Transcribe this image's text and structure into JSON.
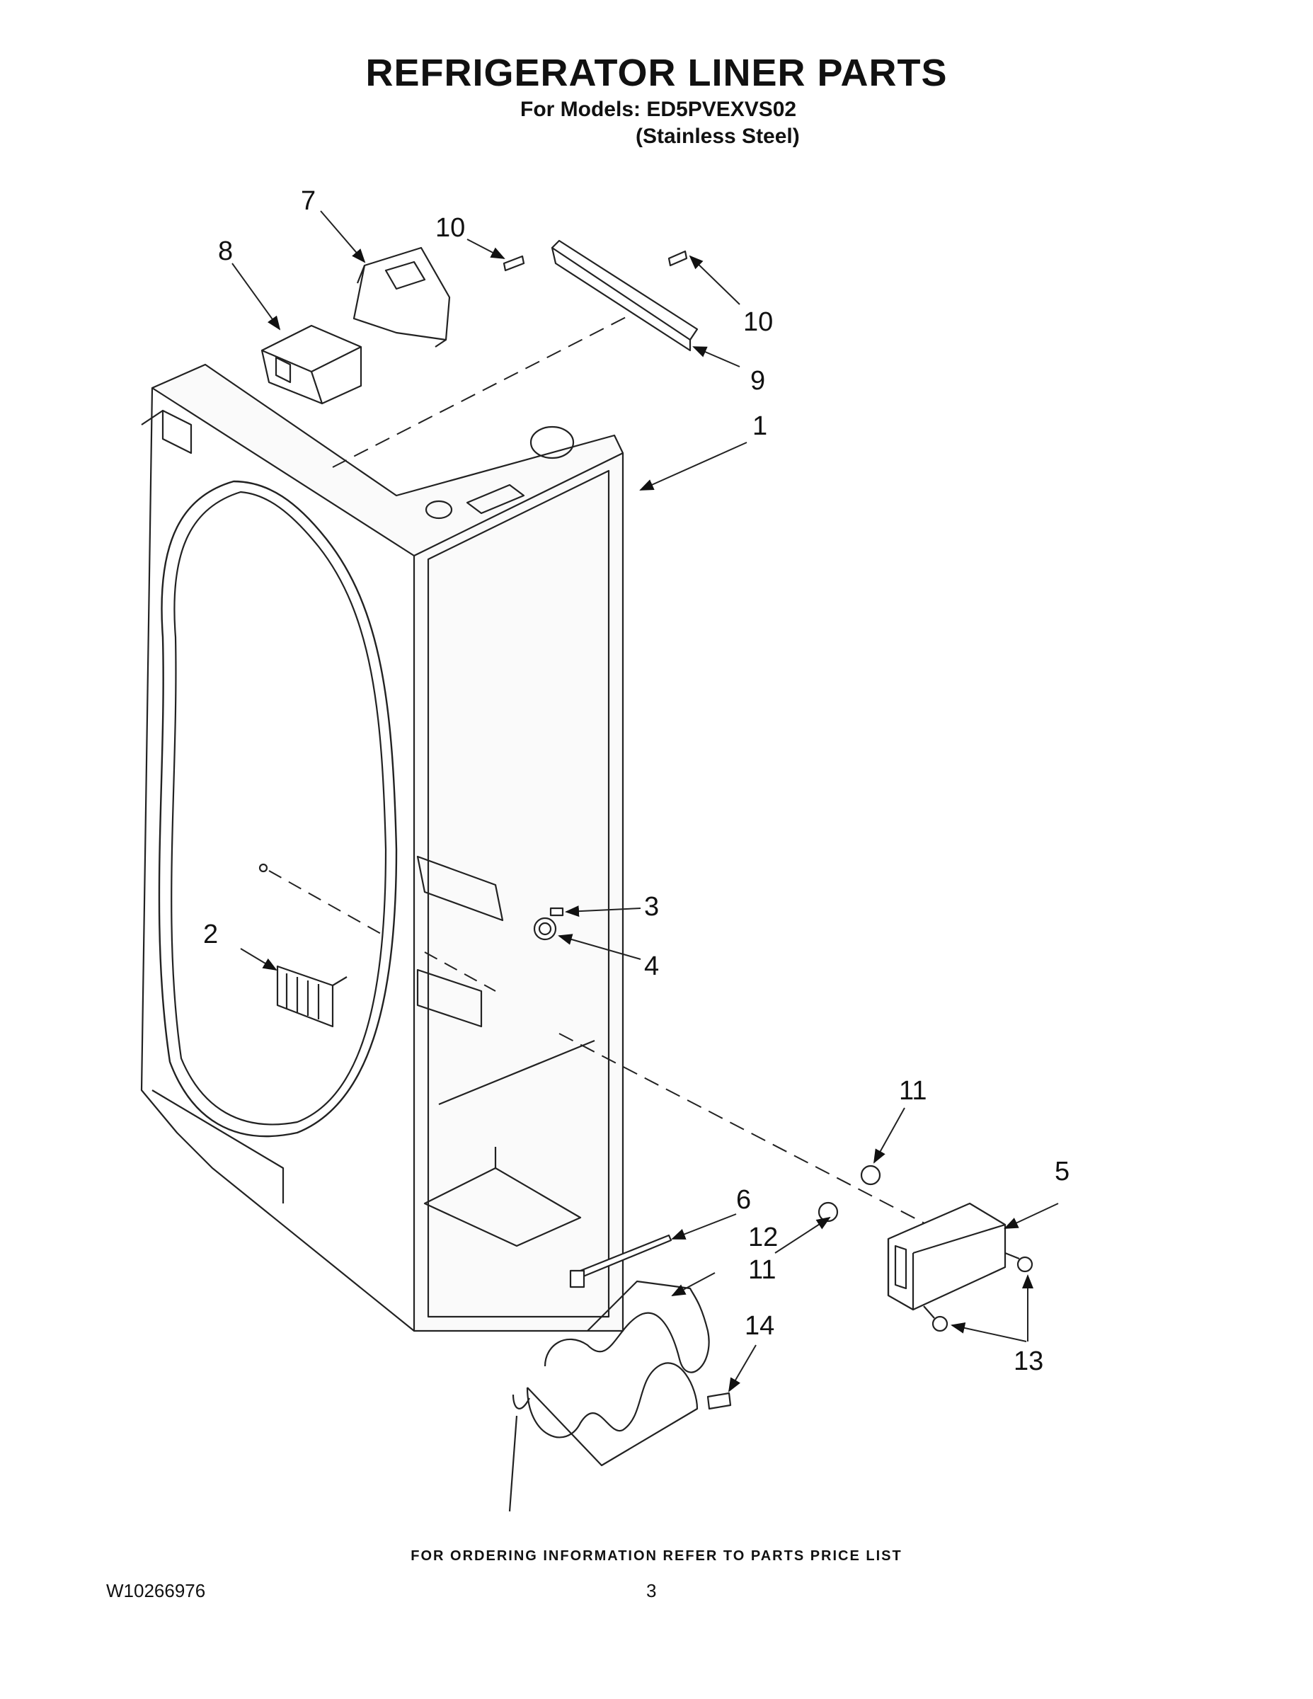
{
  "header": {
    "title": "REFRIGERATOR LINER PARTS",
    "models_line1": "For Models: ED5PVEXVS02",
    "models_line2": "(Stainless Steel)"
  },
  "callouts": {
    "c1": "1",
    "c2": "2",
    "c3": "3",
    "c4": "4",
    "c5": "5",
    "c6": "6",
    "c7": "7",
    "c8": "8",
    "c9": "9",
    "c10a": "10",
    "c10b": "10",
    "c11a": "11",
    "c11b": "11",
    "c12": "12",
    "c13": "13",
    "c14": "14"
  },
  "footer": {
    "ordering_note": "FOR ORDERING INFORMATION REFER TO PARTS PRICE LIST",
    "doc_number": "W10266976",
    "page_number": "3"
  }
}
